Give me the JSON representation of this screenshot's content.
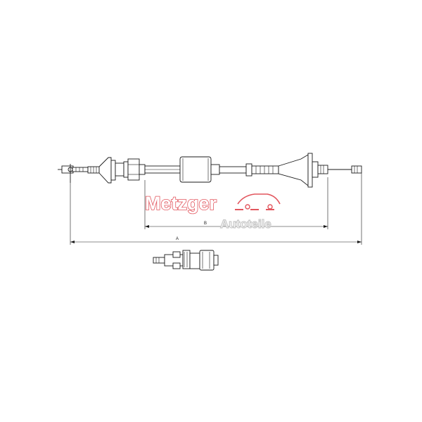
{
  "drawing": {
    "dimension_a_label": "A",
    "dimension_b_label": "B"
  },
  "watermark": {
    "brand": "Metzger",
    "subtitle": "Autoteile",
    "brand_color": "#e2565e",
    "subtitle_color": "#c9c9c9"
  },
  "icons": {
    "car_outline": "car-outline-icon"
  }
}
